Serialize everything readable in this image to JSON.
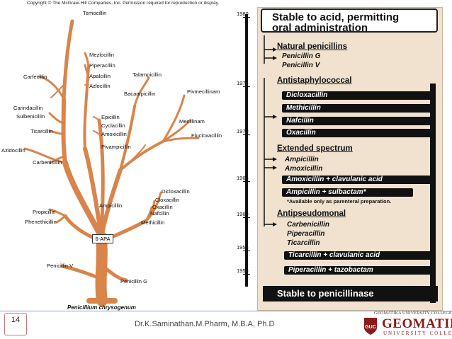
{
  "copyright": "Copyright © The McGraw-Hill Companies, Inc. Permission required for reproduction or display.",
  "tree": {
    "root": "Penicillium chrysogenum",
    "core": "6-APA",
    "labels": {
      "temocillin": "Temocillin",
      "mezlocillin": "Mezlocillin",
      "piperacillin": "Piperacillin",
      "apalcillin": "Apalcillin",
      "azlocillin": "Azlocillin",
      "talampicillin": "Talampicillin",
      "pivmecillinam": "Pivmecillinam",
      "carfecillin": "Carfecillin",
      "bacampicillin": "Bacampicillin",
      "carindacillin": "Carindacillin",
      "sulbenicillin": "Sulbenicillin",
      "epicillin": "Epicillin",
      "cyclacillin": "Cyclacillin",
      "amoxicillin": "Amoxicillin",
      "mecillinam": "Mecillinam",
      "ticarcillin": "Ticarcillin",
      "flucloxacillin": "Flucloxacillin",
      "pivampicillin": "Pivampicillin",
      "azidocillin": "Azidocillin",
      "carbenicillin": "Carbenicillin",
      "dicloxacillin": "Dicloxacillin",
      "cloxacillin": "Cloxacillin",
      "ampicillin": "Ampicillin",
      "oxacillin": "Oxacillin",
      "nafcillin": "Nafcillin",
      "propicillin": "Propicillin",
      "methicillin": "Methicillin",
      "phenethicillin": "Phenethicillin",
      "penicillin_v": "Penicillin V",
      "penicillin_g": "Penicillin G"
    }
  },
  "timeline": {
    "years": [
      "1980",
      "1975",
      "1970",
      "1965",
      "1960",
      "1955",
      "1950"
    ]
  },
  "panel": {
    "heading_line1": "Stable to acid, permitting",
    "heading_line2": "oral administration",
    "natural": {
      "title": "Natural penicillins",
      "items": [
        "Penicillin G",
        "Penicillin V"
      ]
    },
    "antistaph": {
      "title": "Antistaphylococcal",
      "items": [
        "Dicloxacillin",
        "Methicillin",
        "Nafcillin",
        "Oxacillin"
      ]
    },
    "extended": {
      "title": "Extended spectrum",
      "items": [
        "Ampicillin",
        "Amoxicillin",
        "Amoxicillin + clavulanic acid",
        "Ampicillin + sulbactam*"
      ],
      "note": "*Available only as parenteral preparation."
    },
    "antipseudo": {
      "title": "Antipseudomonal",
      "items": [
        "Carbenicillin",
        "Piperacillin",
        "Ticarcillin",
        "Ticarcillin + clavulanic acid",
        "Piperacillin + tazobactam"
      ]
    },
    "bottom": "Stable to penicillinase"
  },
  "footer": {
    "page_number": "14",
    "author": "Dr.K.Saminathan.M.Pharm, M.B.A, Ph.D",
    "logo_top": "GEOMATIKA UNIVERSITY COLLEGE",
    "logo_main": "GEOMATIKA",
    "logo_sub": "UNIVERSITY COLLEGE",
    "logo_badge": "GUC"
  },
  "colors": {
    "branch": "#d9844a",
    "panel_bg": "#f0e2cf",
    "bar_bg": "#111111",
    "logo_red": "#8b1a1a"
  }
}
